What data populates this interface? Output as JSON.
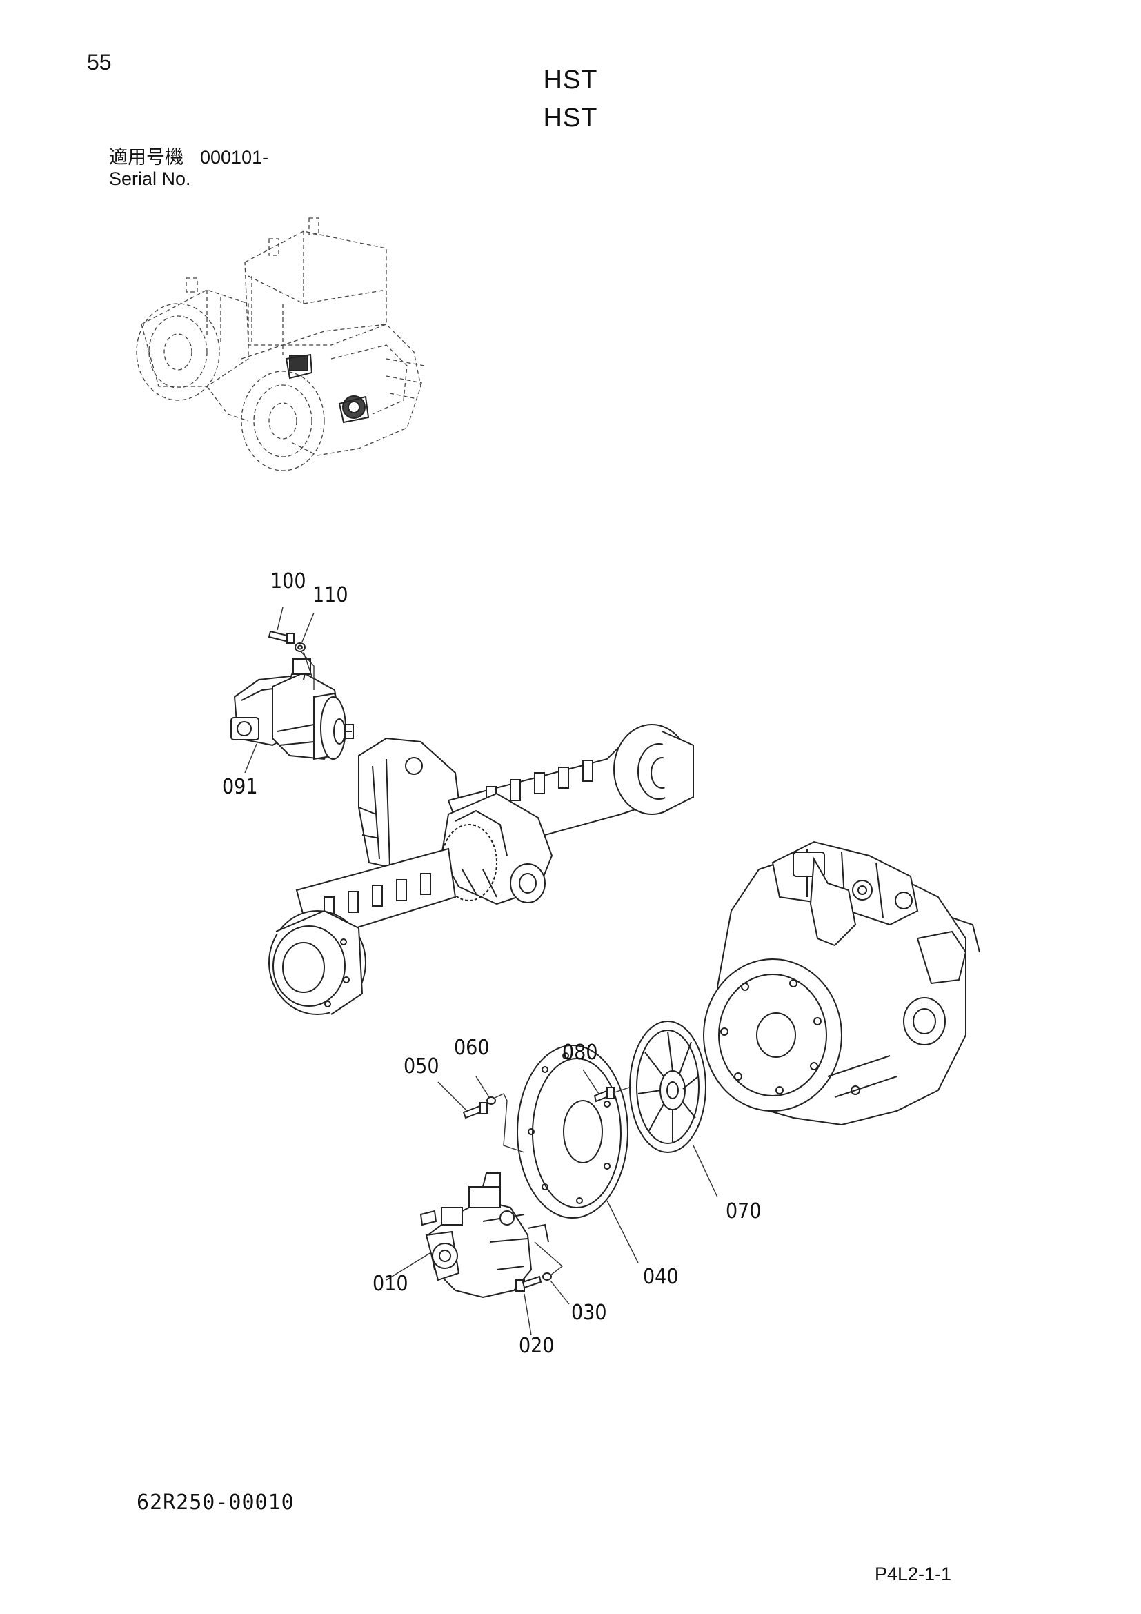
{
  "page_number": "55",
  "title_jp": "HST",
  "title_en": "HST",
  "serial": {
    "label_jp": "適用号機",
    "value": "000101-",
    "label_en": "Serial No."
  },
  "callouts": {
    "c100": "100",
    "c110": "110",
    "c091": "091",
    "c050": "050",
    "c060": "060",
    "c080": "080",
    "c070": "070",
    "c010": "010",
    "c040": "040",
    "c030": "030",
    "c020": "020"
  },
  "drawing_code": "62R250-00010",
  "sheet_ref": "P4L2-1-1"
}
